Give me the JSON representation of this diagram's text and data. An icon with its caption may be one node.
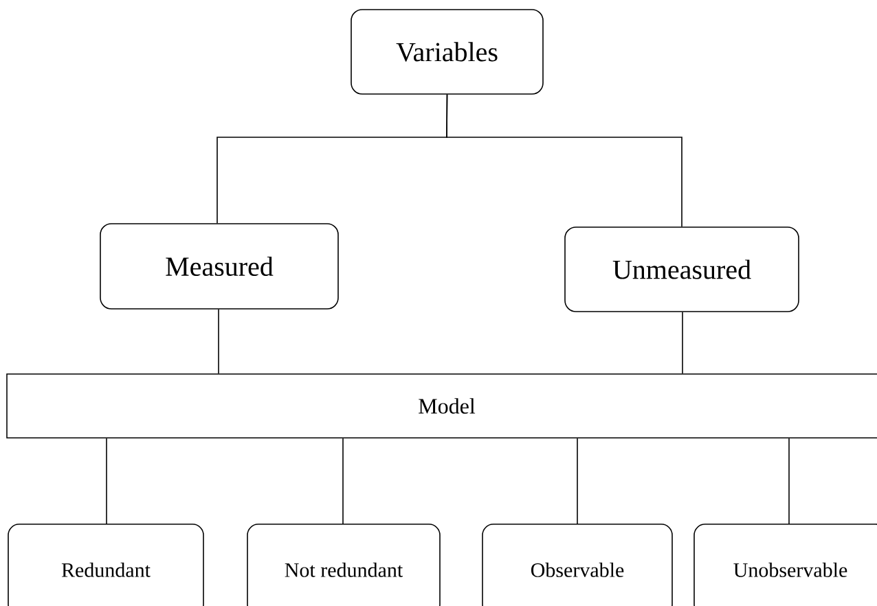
{
  "diagram": {
    "nodes": [
      {
        "text": [
          "Variables"
        ]
      },
      {
        "text": [
          "Measured"
        ]
      },
      {
        "text": [
          "Unmeasured"
        ]
      },
      {
        "text": [
          "Model"
        ]
      },
      {
        "text": [
          "Redundant"
        ]
      },
      {
        "text": [
          "Not redundant"
        ]
      },
      {
        "text": [
          "Observable"
        ]
      },
      {
        "text": [
          "Unobservable"
        ]
      }
    ],
    "edges": [
      {
        "from": 0,
        "to": 1,
        "arrow": "none"
      },
      {
        "from": 0,
        "to": 2,
        "arrow": "none"
      },
      {
        "from": 1,
        "to": 3,
        "arrow": "none"
      },
      {
        "from": 2,
        "to": 3,
        "arrow": "none"
      },
      {
        "from": 3,
        "to": 4,
        "arrow": "none"
      },
      {
        "from": 3,
        "to": 5,
        "arrow": "none"
      },
      {
        "from": 3,
        "to": 6,
        "arrow": "none"
      },
      {
        "from": 3,
        "to": 7,
        "arrow": "none"
      }
    ]
  }
}
